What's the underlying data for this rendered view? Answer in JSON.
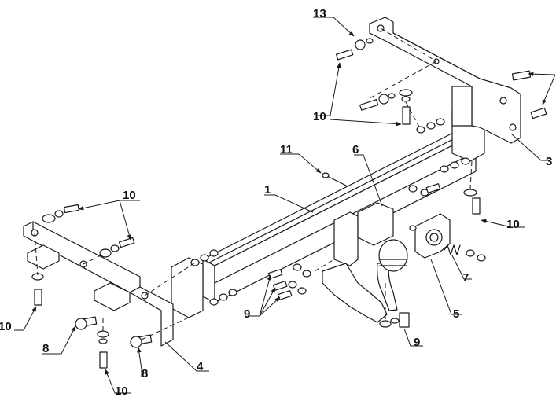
{
  "diagram": {
    "labels": {
      "p1": "1",
      "p3": "3",
      "p4": "4",
      "p5": "5",
      "p6": "6",
      "p7": "7",
      "p8a": "8",
      "p8b": "8",
      "p9a": "9",
      "p9b": "9",
      "p10a": "10",
      "p10b": "10",
      "p10c": "10",
      "p10d": "10",
      "p10e": "10",
      "p11": "11",
      "p13": "13"
    },
    "colors": {
      "line": "#1a1a1a",
      "background": "#ffffff"
    }
  }
}
